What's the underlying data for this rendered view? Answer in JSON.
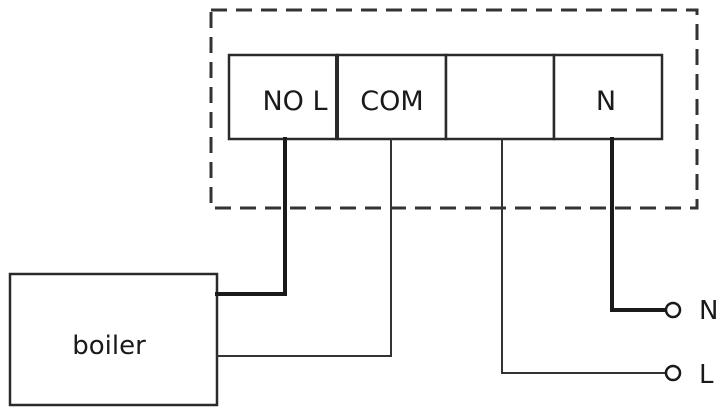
{
  "terminals": {
    "t1": "NO L",
    "t2": "COM",
    "t3": "",
    "t4": "N"
  },
  "boiler_label": "boiler",
  "supply": {
    "neutral": "N",
    "live": "L"
  }
}
